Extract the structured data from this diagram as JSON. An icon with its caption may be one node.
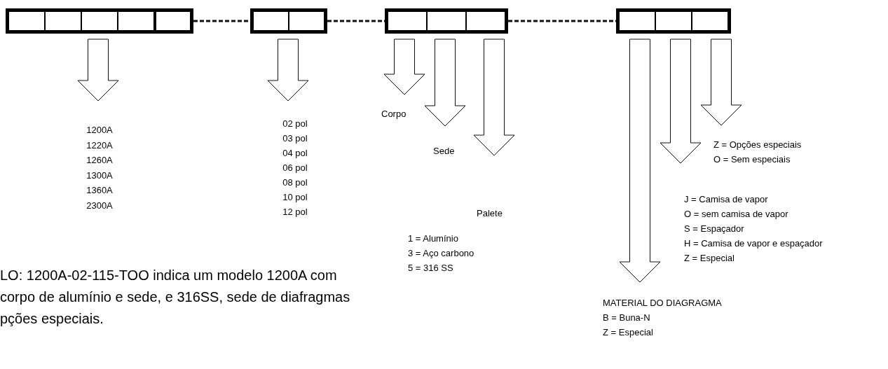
{
  "diagram": {
    "nodes": [
      {
        "text": [],
        "shape": "box"
      },
      {
        "text": [],
        "shape": "box",
        "in": 0
      },
      {
        "text": [],
        "shape": "box",
        "in": 0
      },
      {
        "text": [],
        "shape": "box",
        "in": 0
      },
      {
        "text": [],
        "shape": "box",
        "in": 0
      },
      {
        "text": [],
        "shape": "box",
        "in": 0
      },
      {
        "text": [],
        "shape": "box"
      },
      {
        "text": [],
        "shape": "box",
        "in": 6
      },
      {
        "text": [],
        "shape": "box",
        "in": 6
      },
      {
        "text": [],
        "shape": "box"
      },
      {
        "text": [],
        "shape": "box",
        "in": 9
      },
      {
        "text": [],
        "shape": "box",
        "in": 9
      },
      {
        "text": [],
        "shape": "box",
        "in": 9
      },
      {
        "text": [],
        "shape": "box"
      },
      {
        "text": [],
        "shape": "box",
        "in": 13
      },
      {
        "text": [],
        "shape": "box",
        "in": 13
      },
      {
        "text": [],
        "shape": "box",
        "in": 13
      },
      {
        "text": [
          "1200A",
          "1220A",
          "1260A",
          "1300A",
          "1360A",
          "2300A"
        ]
      },
      {
        "text": [
          "02 pol",
          "03 pol",
          "04 pol",
          "06 pol",
          "08 pol",
          "10 pol",
          "12 pol"
        ]
      },
      {
        "text": [
          "Corpo"
        ]
      },
      {
        "text": [
          "Sede"
        ]
      },
      {
        "text": [
          "Palete"
        ]
      },
      {
        "text": [
          "Z = Opções especiais",
          "O = Sem especiais"
        ]
      },
      {
        "text": [
          "J = Camisa de vapor",
          "O = sem camisa de vapor",
          "S = Espaçador",
          "H = Camisa de vapor e espaçador",
          "Z = Especial"
        ]
      },
      {
        "text": [
          "MATERIAL DO DIAGRAGMA",
          "B = Buna-N",
          "Z = Especial"
        ]
      }
    ],
    "edges": [
      {
        "from": 0,
        "to": 6,
        "arrow": "none",
        "style": "dashed"
      },
      {
        "from": 6,
        "to": 9,
        "arrow": "none",
        "style": "dashed"
      },
      {
        "from": 9,
        "to": 13,
        "arrow": "none",
        "style": "dashed"
      },
      {
        "from": 0,
        "to": 17,
        "arrow": "to"
      },
      {
        "from": 6,
        "to": 18,
        "arrow": "to"
      },
      {
        "from": 10,
        "to": 19,
        "arrow": "to"
      },
      {
        "from": 11,
        "to": 20,
        "arrow": "to"
      },
      {
        "from": 12,
        "to": 21,
        "arrow": "to"
      },
      {
        "from": 14,
        "to": 24,
        "arrow": "to"
      },
      {
        "from": 15,
        "to": 23,
        "arrow": "to"
      },
      {
        "from": 16,
        "to": 22,
        "arrow": "to"
      }
    ],
    "labels": [
      "1 = Alumínio",
      "3 = Aço carbono",
      "5 = 316 SS",
      "LO: 1200A-02-115-TOO indica um modelo 1200A com corpo de alumínio e sede, e 316SS, sede de diafragmas pções especiais."
    ]
  }
}
